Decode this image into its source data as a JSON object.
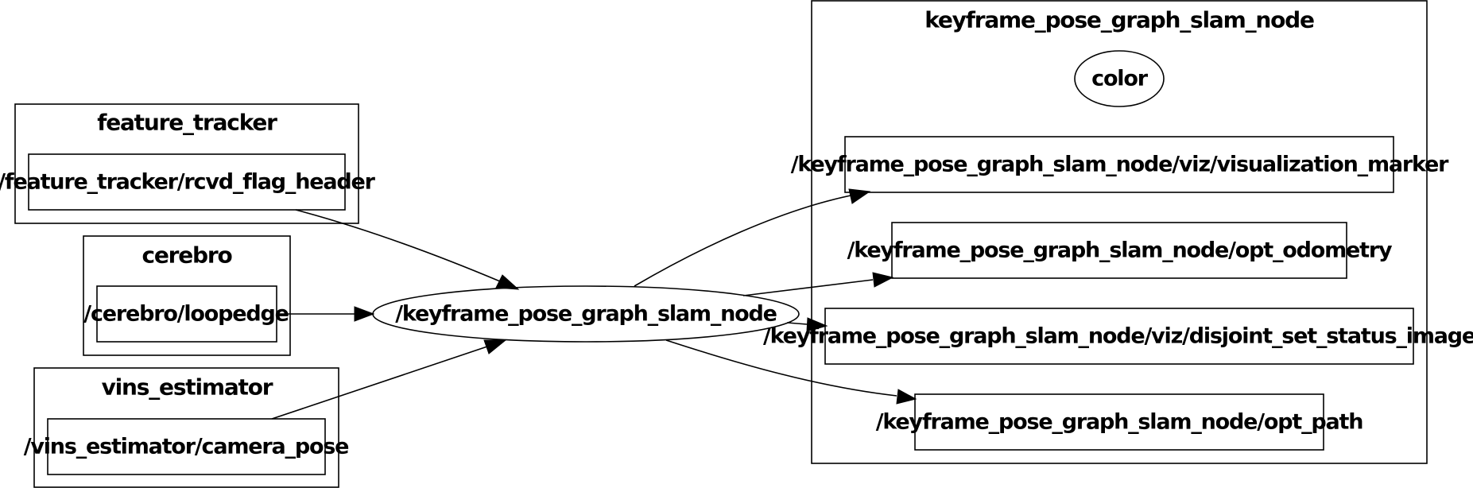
{
  "colors": {
    "background": "#ffffff",
    "stroke": "#000000",
    "text": "#000000"
  },
  "clusters": {
    "feature_tracker": {
      "label": "feature_tracker"
    },
    "cerebro": {
      "label": "cerebro"
    },
    "vins_estimator": {
      "label": "vins_estimator"
    },
    "keyframe_pose_graph_slam_node": {
      "label": "keyframe_pose_graph_slam_node"
    }
  },
  "nodes": {
    "rcvd_flag_header": {
      "label": "/feature_tracker/rcvd_flag_header",
      "shape": "box"
    },
    "loopedge": {
      "label": "/cerebro/loopedge",
      "shape": "box"
    },
    "camera_pose": {
      "label": "/vins_estimator/camera_pose",
      "shape": "box"
    },
    "slam_node": {
      "label": "/keyframe_pose_graph_slam_node",
      "shape": "ellipse"
    },
    "color": {
      "label": "color",
      "shape": "ellipse"
    },
    "visualization_marker": {
      "label": "/keyframe_pose_graph_slam_node/viz/visualization_marker",
      "shape": "box"
    },
    "opt_odometry": {
      "label": "/keyframe_pose_graph_slam_node/opt_odometry",
      "shape": "box"
    },
    "disjoint_set_status_image": {
      "label": "/keyframe_pose_graph_slam_node/viz/disjoint_set_status_image",
      "shape": "box"
    },
    "opt_path": {
      "label": "/keyframe_pose_graph_slam_node/opt_path",
      "shape": "box"
    }
  },
  "edges": [
    {
      "from": "rcvd_flag_header",
      "to": "slam_node"
    },
    {
      "from": "loopedge",
      "to": "slam_node"
    },
    {
      "from": "camera_pose",
      "to": "slam_node"
    },
    {
      "from": "slam_node",
      "to": "visualization_marker"
    },
    {
      "from": "slam_node",
      "to": "opt_odometry"
    },
    {
      "from": "slam_node",
      "to": "disjoint_set_status_image"
    },
    {
      "from": "slam_node",
      "to": "opt_path"
    }
  ]
}
